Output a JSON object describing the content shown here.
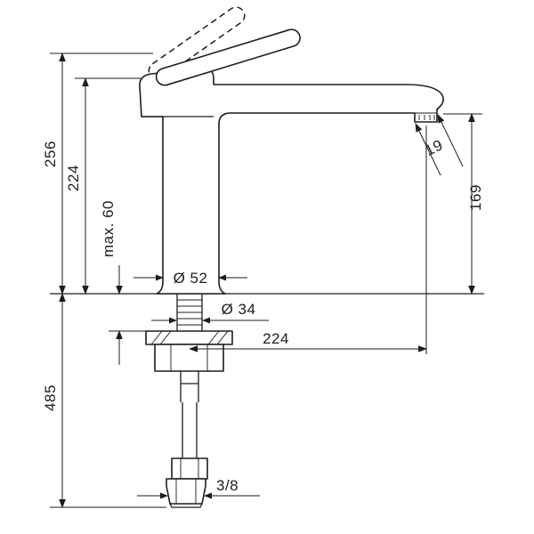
{
  "drawing": {
    "subject": "single-lever-kitchen-faucet-dimension-drawing",
    "background": "#ffffff",
    "line_color": "#1d1d1b",
    "dimensions": {
      "total_height": "256",
      "upper_height": "224",
      "max_counter_thickness": "max. 60",
      "base_diameter": "Ø 52",
      "shank_diameter": "Ø 34",
      "spout_reach": "224",
      "outlet_offset": "19",
      "outlet_height": "169",
      "below_counter_length": "485",
      "connection_thread": "3/8"
    }
  }
}
